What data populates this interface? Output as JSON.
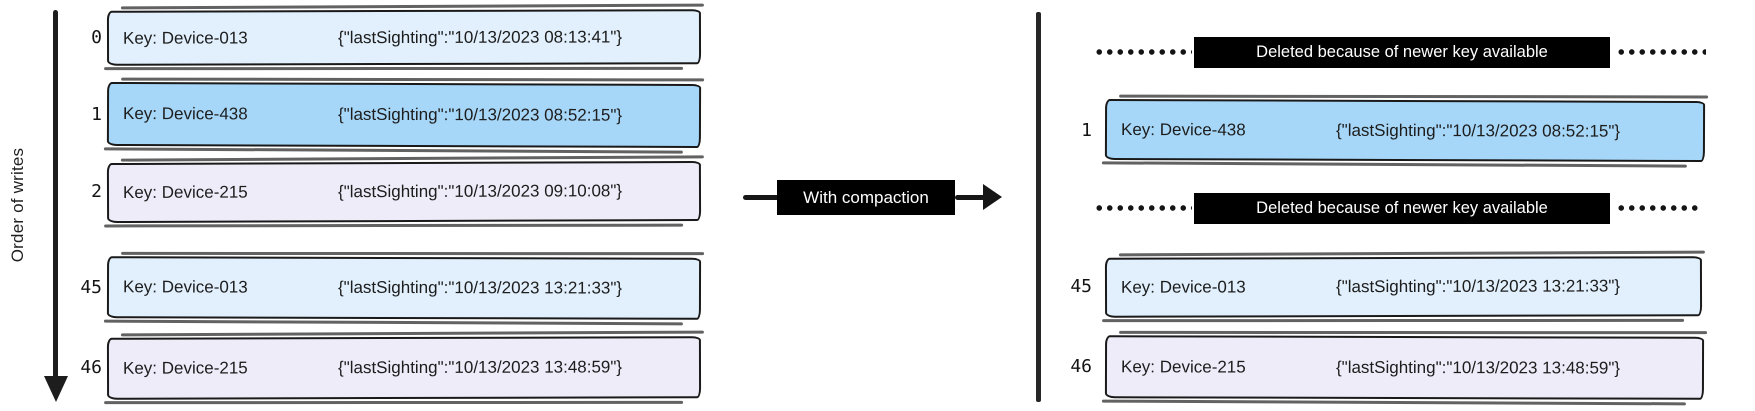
{
  "axis": {
    "label": "Order of writes"
  },
  "compaction_arrow": {
    "label": "With compaction"
  },
  "left_log": {
    "rows": [
      {
        "index": "0",
        "key": "Key: Device-013",
        "value": "{\"lastSighting\":\"10/13/2023 08:13:41\"}",
        "color": "#e1f0fc"
      },
      {
        "index": "1",
        "key": "Key: Device-438",
        "value": "{\"lastSighting\":\"10/13/2023 08:52:15\"}",
        "color": "#a7d7f8"
      },
      {
        "index": "2",
        "key": "Key: Device-215",
        "value": "{\"lastSighting\":\"10/13/2023 09:10:08\"}",
        "color": "#efecf9"
      },
      {
        "index": "45",
        "key": "Key: Device-013",
        "value": "{\"lastSighting\":\"10/13/2023 13:21:33\"}",
        "color": "#e1f0fc"
      },
      {
        "index": "46",
        "key": "Key: Device-215",
        "value": "{\"lastSighting\":\"10/13/2023 13:48:59\"}",
        "color": "#efecf9"
      }
    ]
  },
  "right_log": {
    "rows": [
      {
        "type": "deleted",
        "label": "Deleted because of newer key available"
      },
      {
        "type": "record",
        "index": "1",
        "key": "Key: Device-438",
        "value": "{\"lastSighting\":\"10/13/2023 08:52:15\"}",
        "color": "#a7d7f8"
      },
      {
        "type": "deleted",
        "label": "Deleted because of newer key available"
      },
      {
        "type": "record",
        "index": "45",
        "key": "Key: Device-013",
        "value": "{\"lastSighting\":\"10/13/2023 13:21:33\"}",
        "color": "#e1f0fc"
      },
      {
        "type": "record",
        "index": "46",
        "key": "Key: Device-215",
        "value": "{\"lastSighting\":\"10/13/2023 13:48:59\"}",
        "color": "#efecf9"
      }
    ]
  },
  "colors": {
    "ink": "#1a1a1a",
    "label_bg": "#000000",
    "label_text": "#ffffff",
    "row_light_blue": "#e1f0fc",
    "row_highlight_blue": "#a7d7f8",
    "row_lavender": "#efecf9"
  }
}
